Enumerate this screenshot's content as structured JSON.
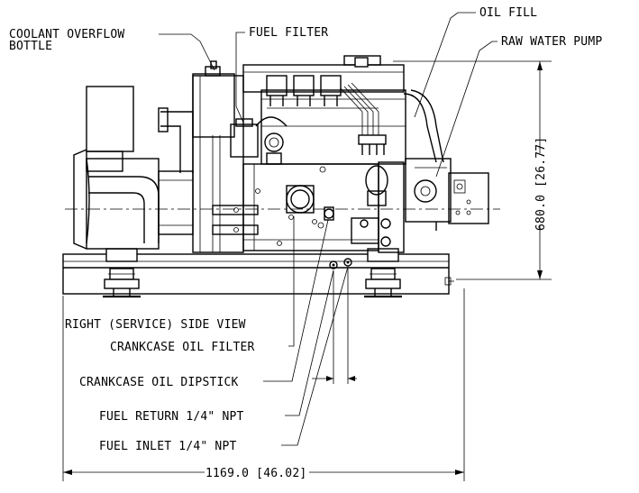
{
  "labels": {
    "coolant_line1": "COOLANT OVERFLOW",
    "coolant_line2": "BOTTLE",
    "fuel_filter": "FUEL FILTER",
    "oil_fill": "OIL FILL",
    "raw_water_pump": "RAW WATER PUMP",
    "view_title": "RIGHT (SERVICE) SIDE VIEW",
    "crankcase_oil_filter": "CRANKCASE OIL FILTER",
    "crankcase_oil_dipstick": "CRANKCASE OIL DIPSTICK",
    "fuel_return": "FUEL RETURN 1/4\" NPT",
    "fuel_inlet": "FUEL  INLET 1/4\" NPT"
  },
  "dimensions": {
    "height": "680.0 [26.77]",
    "width": "1169.0 [46.02]"
  }
}
